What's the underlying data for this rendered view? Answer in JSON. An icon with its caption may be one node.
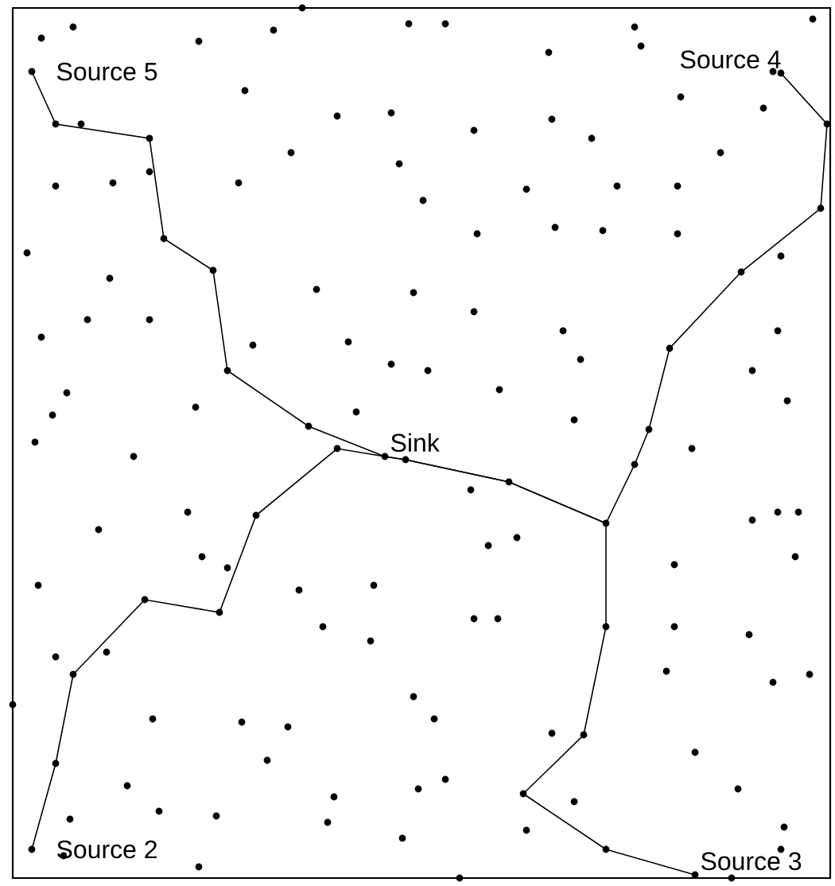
{
  "diagram": {
    "nodes": [
      {
        "text": [
          "Source 5"
        ]
      },
      {
        "text": [
          "Source 4"
        ]
      },
      {
        "text": [
          "Sink"
        ]
      },
      {
        "text": [
          "Source 2"
        ]
      },
      {
        "text": [
          "Source 3"
        ]
      }
    ],
    "edges": [
      {
        "from": 0,
        "to": 2,
        "arrow": "none"
      },
      {
        "from": 1,
        "to": 2,
        "arrow": "none"
      },
      {
        "from": 3,
        "to": 2,
        "arrow": "none"
      },
      {
        "from": 4,
        "to": 2,
        "arrow": "none"
      }
    ]
  }
}
